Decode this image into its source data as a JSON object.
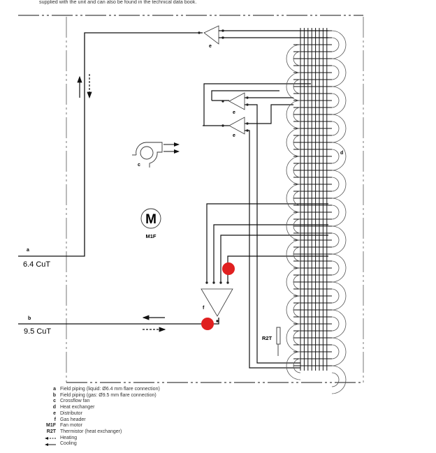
{
  "intro_text": "supplied with the unit and can also be found in the technical data book.",
  "connections": {
    "a": {
      "letter": "a",
      "pipe": "6.4 CuT"
    },
    "b": {
      "letter": "b",
      "pipe": "9.5 CuT"
    }
  },
  "components": {
    "crossflow_fan": "c",
    "heat_exchanger": "d",
    "distributor": "e",
    "gas_header": "f",
    "fan_motor_symbol": "M",
    "fan_motor": "M1F",
    "thermistor": "R2T"
  },
  "legend": [
    {
      "key": "a",
      "text": "Field piping (liquid: Ø6.4 mm flare connection)"
    },
    {
      "key": "b",
      "text": "Field piping (gas: Ø9.5 mm flare connection)"
    },
    {
      "key": "c",
      "text": "Crossflow fan"
    },
    {
      "key": "d",
      "text": "Heat exchanger"
    },
    {
      "key": "e",
      "text": "Distributor"
    },
    {
      "key": "f",
      "text": "Gas header"
    },
    {
      "key": "M1F",
      "text": "Fan motor"
    },
    {
      "key": "R2T",
      "text": "Thermistor (heat exchanger)"
    },
    {
      "key": "heating-arrow",
      "text": "Heating"
    },
    {
      "key": "cooling-arrow",
      "text": "Cooling"
    }
  ],
  "markers": {
    "highlight_color": "#e02020"
  }
}
